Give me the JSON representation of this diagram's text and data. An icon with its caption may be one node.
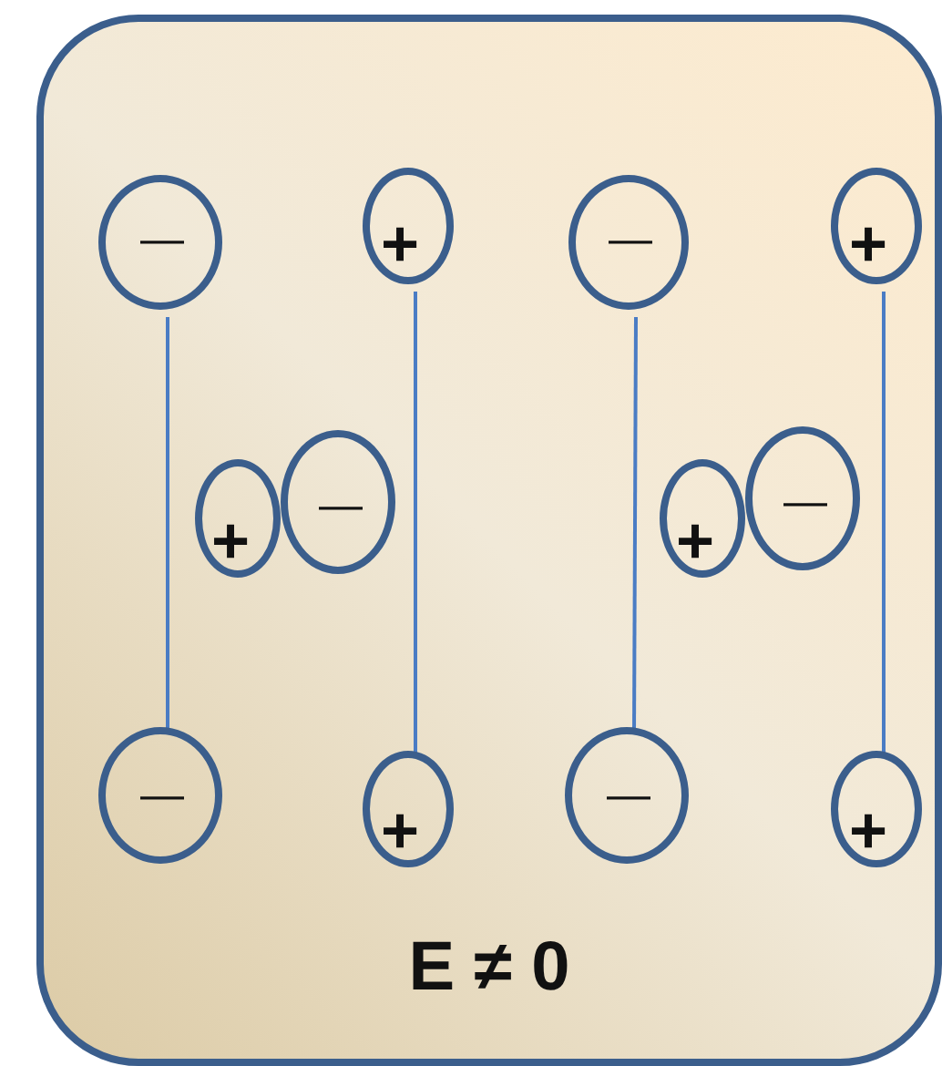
{
  "diagram": {
    "nodes": [
      {
        "text": [
          "E ≠ 0"
        ]
      },
      {
        "text": [
          "—"
        ],
        "in": 0
      },
      {
        "text": [
          "+"
        ],
        "in": 0
      },
      {
        "text": [
          "—"
        ],
        "in": 0
      },
      {
        "text": [
          "+"
        ],
        "in": 0
      },
      {
        "text": [
          "+"
        ],
        "in": 0
      },
      {
        "text": [
          "—"
        ],
        "in": 0
      },
      {
        "text": [
          "+"
        ],
        "in": 0
      },
      {
        "text": [
          "—"
        ],
        "in": 0
      },
      {
        "text": [
          "—"
        ],
        "in": 0
      },
      {
        "text": [
          "+"
        ],
        "in": 0
      },
      {
        "text": [
          "—"
        ],
        "in": 0
      },
      {
        "text": [
          "+"
        ],
        "in": 0
      }
    ],
    "edges": [
      {
        "from": 1,
        "to": 9,
        "arrow": "none"
      },
      {
        "from": 2,
        "to": 10,
        "arrow": "none"
      },
      {
        "from": 3,
        "to": 11,
        "arrow": "none"
      },
      {
        "from": 4,
        "to": 12,
        "arrow": "none"
      }
    ]
  }
}
